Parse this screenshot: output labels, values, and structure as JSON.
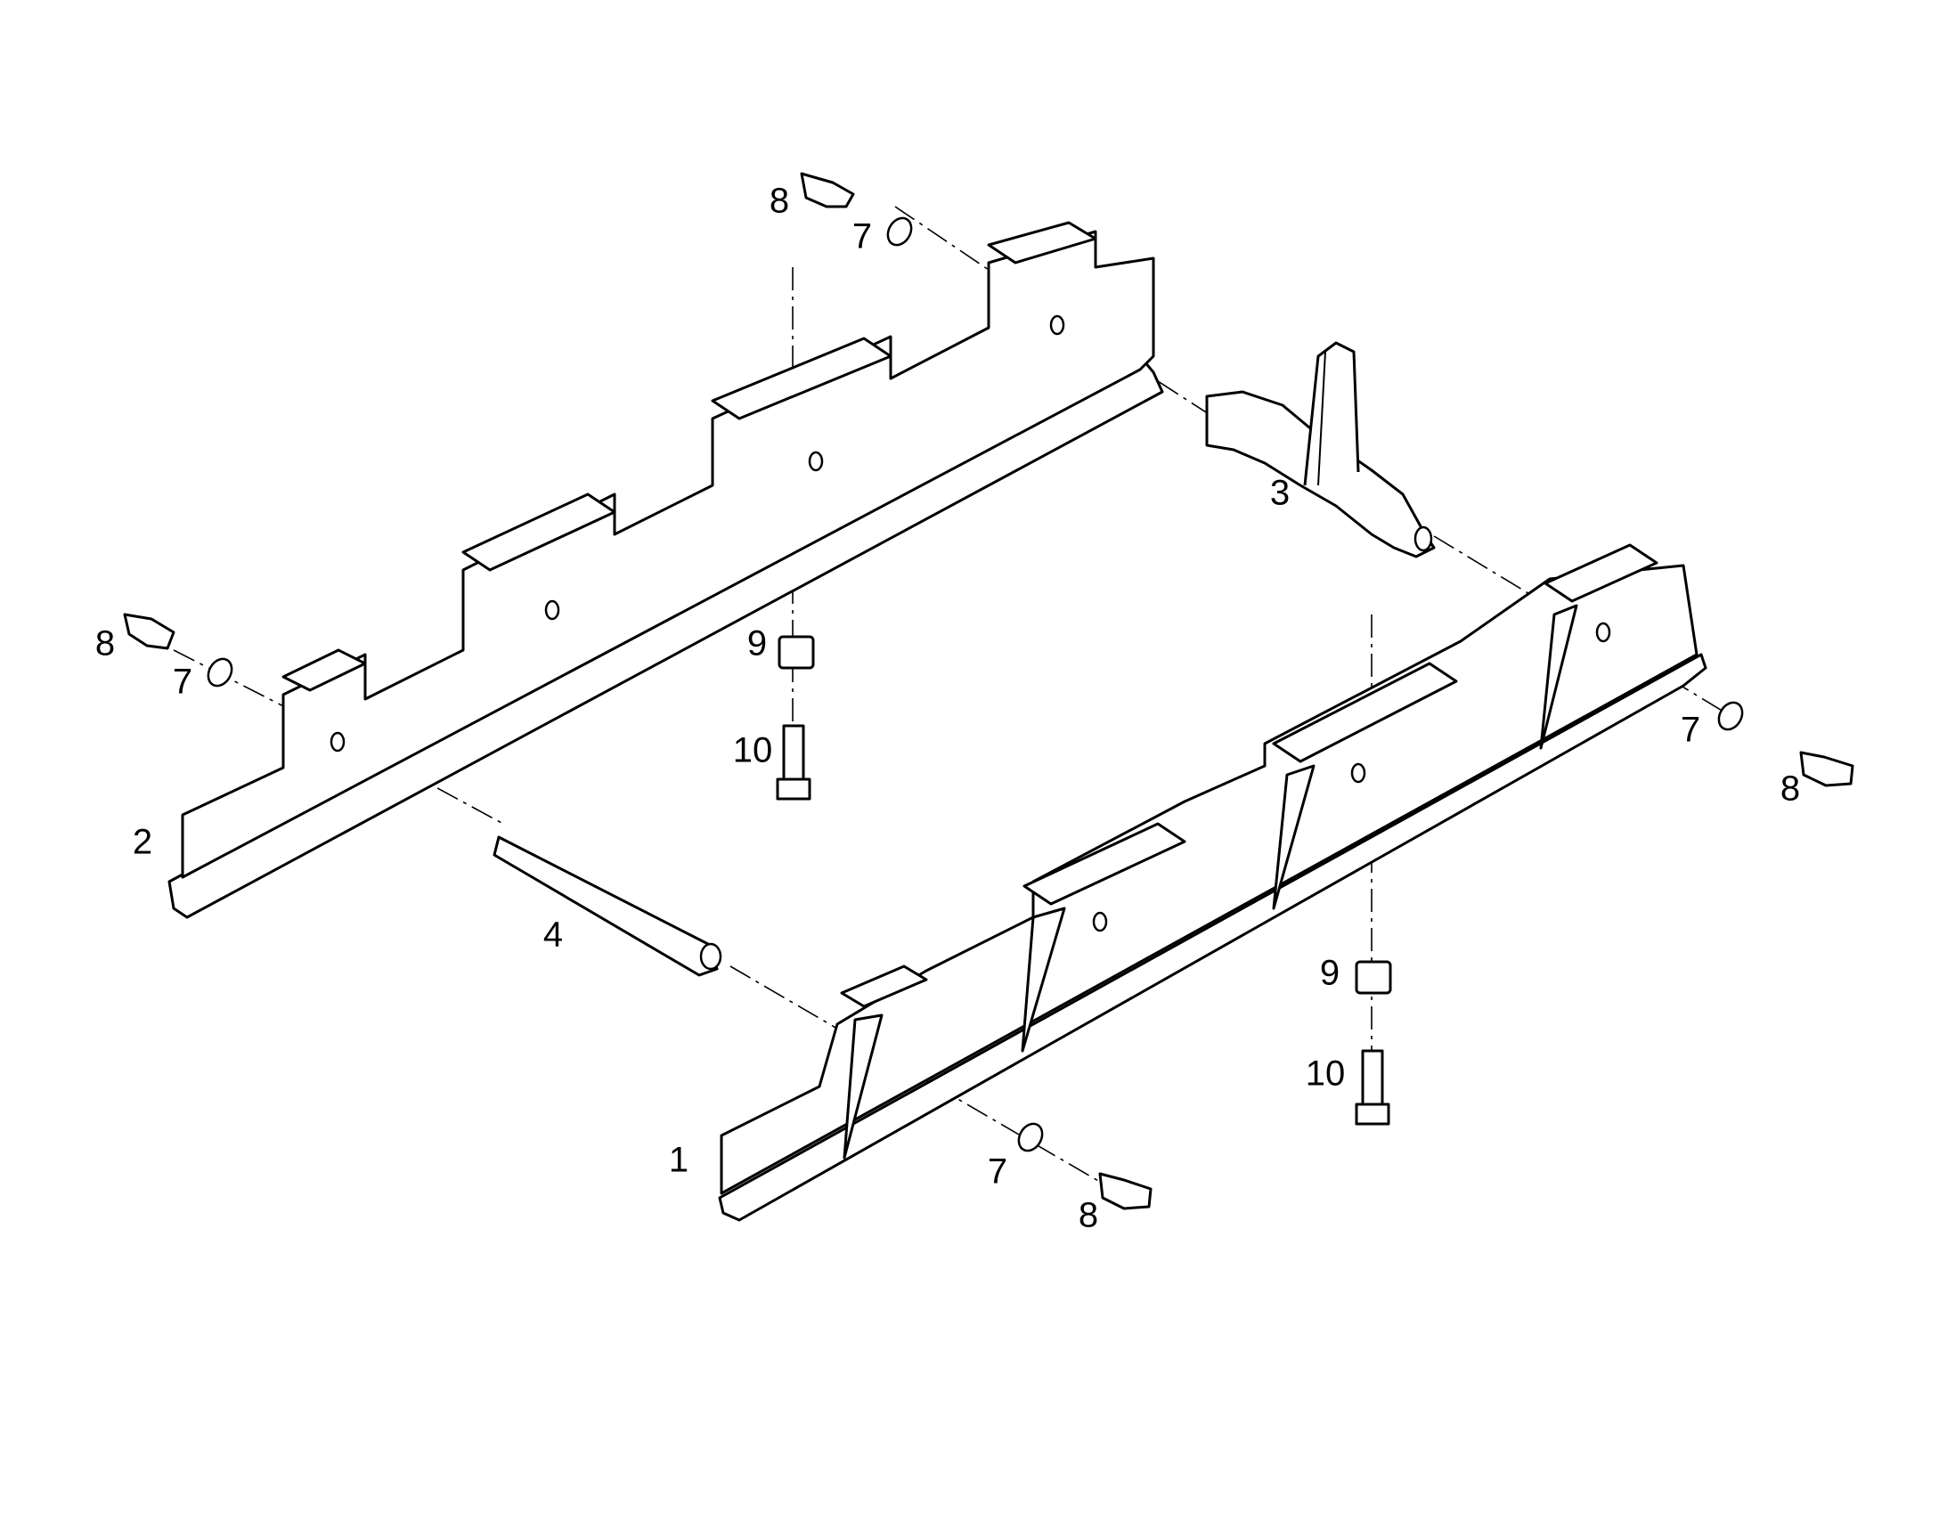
{
  "diagram": {
    "callouts": [
      {
        "id": "c-1",
        "text": "1"
      },
      {
        "id": "c-2",
        "text": "2"
      },
      {
        "id": "c-3",
        "text": "3"
      },
      {
        "id": "c-4",
        "text": "4"
      },
      {
        "id": "c-7a",
        "text": "7"
      },
      {
        "id": "c-7b",
        "text": "7"
      },
      {
        "id": "c-7c",
        "text": "7"
      },
      {
        "id": "c-7d",
        "text": "7"
      },
      {
        "id": "c-8a",
        "text": "8"
      },
      {
        "id": "c-8b",
        "text": "8"
      },
      {
        "id": "c-8c",
        "text": "8"
      },
      {
        "id": "c-8d",
        "text": "8"
      },
      {
        "id": "c-9a",
        "text": "9"
      },
      {
        "id": "c-9b",
        "text": "9"
      },
      {
        "id": "c-10a",
        "text": "10"
      },
      {
        "id": "c-10b",
        "text": "10"
      }
    ],
    "colors": {
      "line": "#000000",
      "background": "#ffffff"
    }
  }
}
